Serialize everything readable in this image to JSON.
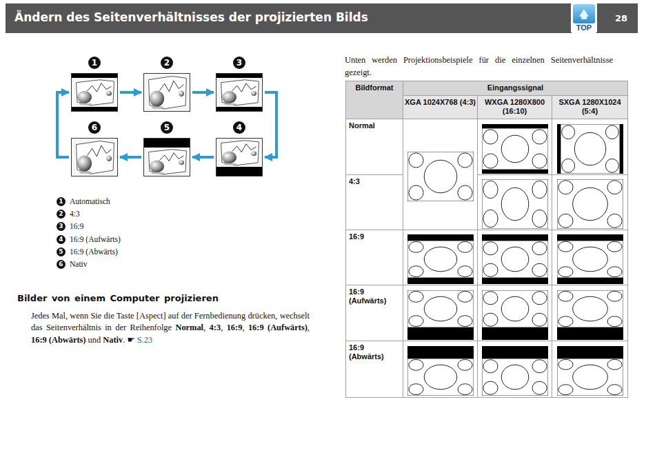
{
  "diagram": {
    "title": "Ändern des Seitenverhältnisses der projizierten Bilds",
    "nodes": [
      {
        "text": [
          "1"
        ]
      },
      {
        "text": [
          "2"
        ]
      },
      {
        "text": [
          "3"
        ]
      },
      {
        "text": [
          "4"
        ]
      },
      {
        "text": [
          "5"
        ]
      },
      {
        "text": [
          "6"
        ]
      }
    ],
    "edges": [
      {
        "from": 0,
        "to": 1,
        "arrow": "to"
      },
      {
        "from": 1,
        "to": 2,
        "arrow": "to"
      },
      {
        "from": 2,
        "to": 3,
        "arrow": "to"
      },
      {
        "from": 3,
        "to": 4,
        "arrow": "to"
      },
      {
        "from": 4,
        "to": 5,
        "arrow": "to"
      },
      {
        "from": 5,
        "to": 0,
        "arrow": "to"
      }
    ],
    "labels": [
      "28",
      "TOP",
      "1",
      "Automatisch",
      "2",
      "4:3",
      "3",
      "16:9",
      "4",
      "16:9 (Aufwärts)",
      "5",
      "16:9 (Abwärts)",
      "6",
      "Nativ",
      "Bilder von einem Computer projizieren",
      "Jedes Mal, wenn Sie die Taste [Aspect] auf der Fernbedienung drücken, wechselt das Seitenverhältnis in der Reihenfolge",
      "Normal",
      ",",
      "4:3",
      ",",
      "16:9",
      ",",
      "16:9 (Aufwärts)",
      ",",
      "16:9 (Abwärts)",
      "und",
      "Nativ",
      ".",
      "☛",
      "S.23",
      "Unten werden Projektionsbeispiele für die einzelnen Seitenverhältnisse gezeigt.",
      "Bildformat",
      "Eingangssignal",
      "XGA 1024X768 (4:3)",
      "WXGA 1280X800 (16:10)",
      "SXGA 1280X1024 (5:4)",
      "Normal",
      "4:3",
      "16:9",
      "16:9 (Aufwärts)",
      "16:9 (Abwärts)"
    ]
  }
}
